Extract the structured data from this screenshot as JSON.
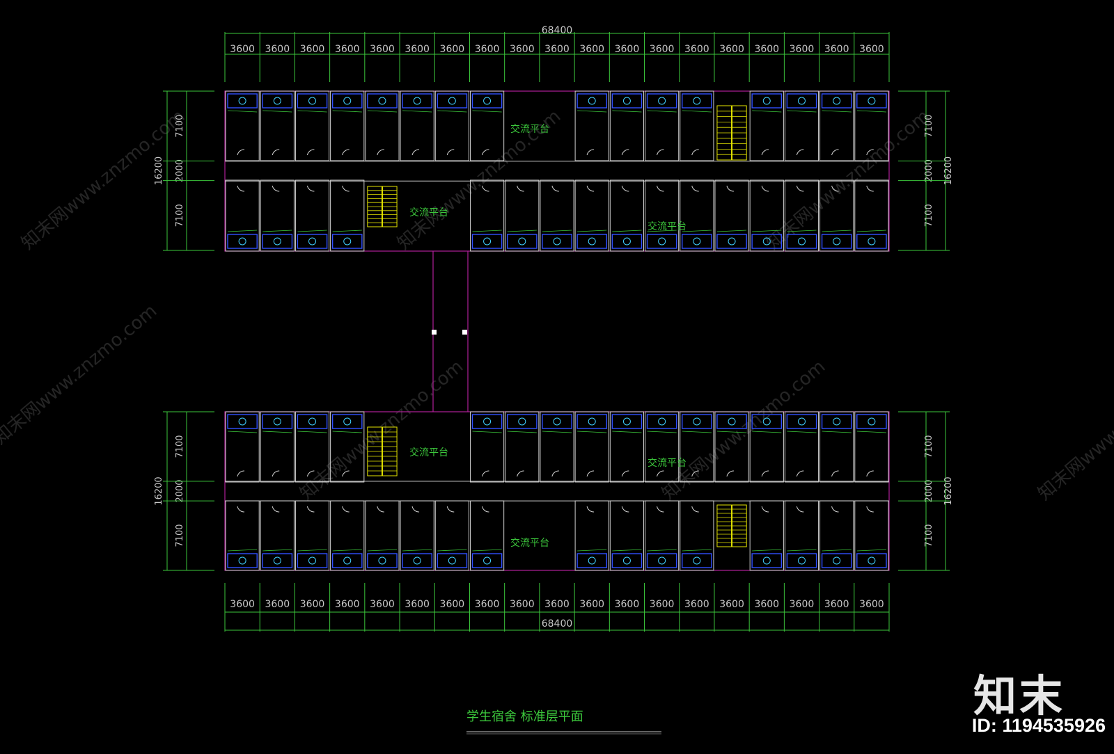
{
  "drawing": {
    "title": "学生宿舍  标准层平面",
    "total_width_label": "68400",
    "bay_label": "3600",
    "bay_count": 19,
    "depth_labels": [
      "7100",
      "2000",
      "7100"
    ],
    "total_depth_label": "16200",
    "zone_label": "交流平台",
    "watermark_text": "知末网www.znzmo.com"
  },
  "branding": {
    "logo": "知末",
    "id_text": "ID: 1194535926"
  },
  "colors": {
    "background": "#000000",
    "dimension": "#3cc83c",
    "wall": "#d0d0d0",
    "outline": "#b0209a",
    "stair": "#e6e600",
    "fixture": "#3050ff"
  }
}
